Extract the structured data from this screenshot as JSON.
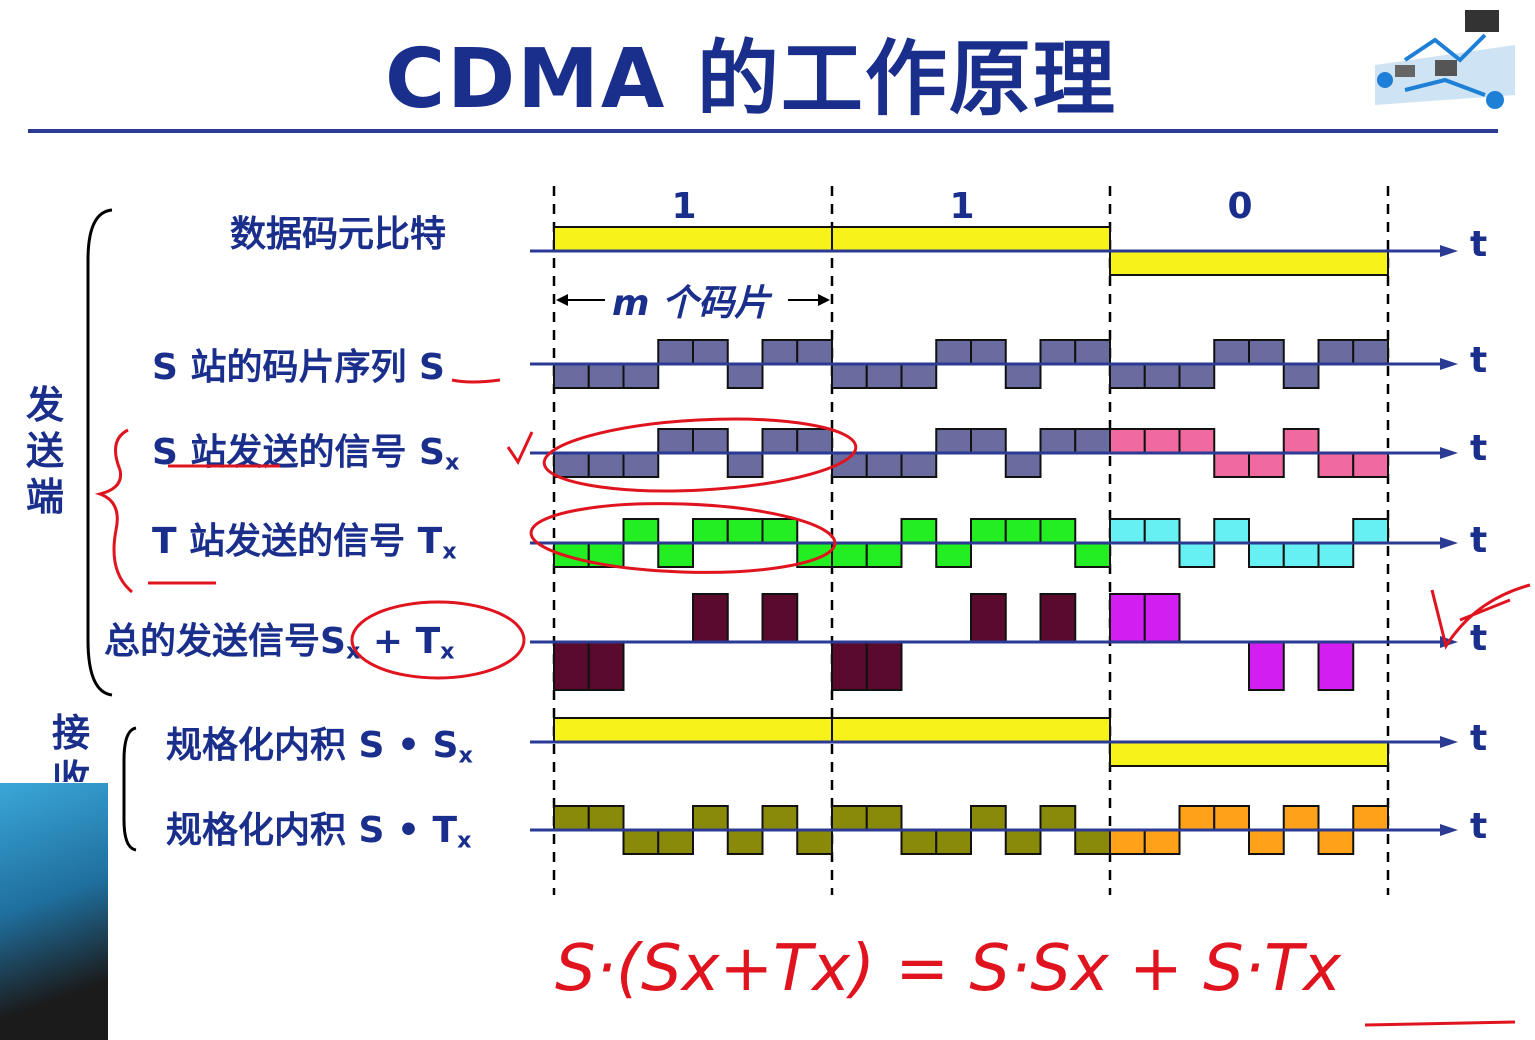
{
  "title": "CDMA 的工作原理",
  "groups": {
    "sender": [
      "发",
      "送",
      "端"
    ],
    "receiver": [
      "接",
      "收"
    ]
  },
  "rows": {
    "data_bits": "数据码元比特",
    "s_chip": "S 站的码片序列 S",
    "sx": "S 站发送的信号 S",
    "tx": "T 站发送的信号 T",
    "sum_prefix": "总的发送信号",
    "sum_expr_s": "S",
    "sum_expr_plus": " + T",
    "norm_s_prefix": "规格化内积 S • S",
    "norm_t_prefix": "规格化内积 S • T",
    "sub_x": "x"
  },
  "axis_label": "t",
  "bits": [
    "1",
    "1",
    "0"
  ],
  "chip_span_label": "m 个码片",
  "handwritten_formula": "S·(Sx+Tx) = S·Sx + S·Tx",
  "colors": {
    "axis": "#2b3a93",
    "data": "#f7f21a",
    "s_chip": "#6a6c9f",
    "tx_one": "#22ee22",
    "tx_zero": "#66f0f4",
    "sx_zero": "#f06aa0",
    "sum_one": "#5a0a2c",
    "sum_zero": "#d21ef0",
    "ss_one": "#f7f21a",
    "st_one": "#8a8a0a",
    "st_zero": "#ffa21a",
    "ink": "#e0141e"
  },
  "diagram": {
    "chips_per_bit": 8,
    "data_bits": [
      1,
      1,
      0
    ],
    "s_sequence": [
      -1,
      -1,
      -1,
      1,
      1,
      -1,
      1,
      1
    ],
    "t_sequence": [
      -1,
      -1,
      1,
      -1,
      1,
      1,
      1,
      -1
    ]
  }
}
